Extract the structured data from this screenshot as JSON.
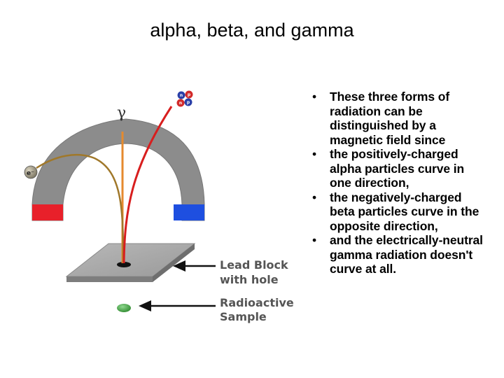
{
  "title": "alpha, beta, and gamma",
  "diagram": {
    "gamma_symbol": "γ",
    "electron_label": "e⁻",
    "alpha_particle_labels": [
      "n",
      "p",
      "n",
      "p"
    ],
    "lead_block_label": [
      "Lead Block",
      "with hole"
    ],
    "sample_label": [
      "Radioactive",
      "Sample"
    ],
    "colors": {
      "magnet_gray": "#8c8c8c",
      "magnet_red": "#e8202a",
      "magnet_blue": "#1e4fe0",
      "alpha_path": "#d81e1e",
      "beta_path": "#a0782a",
      "gamma_path": "#e58a2e",
      "sample": "#3c9a3c"
    },
    "icons": [
      "magnet",
      "lead-block",
      "radioactive-sample",
      "alpha-particle",
      "electron",
      "arrow"
    ]
  },
  "bullets": [
    "These three forms of radiation can be distinguished by a magnetic field since",
    "the positively-charged alpha particles curve in one direction,",
    "the negatively-charged beta particles curve in the opposite direction,",
    "and the electrically-neutral gamma radiation doesn't curve at all."
  ]
}
